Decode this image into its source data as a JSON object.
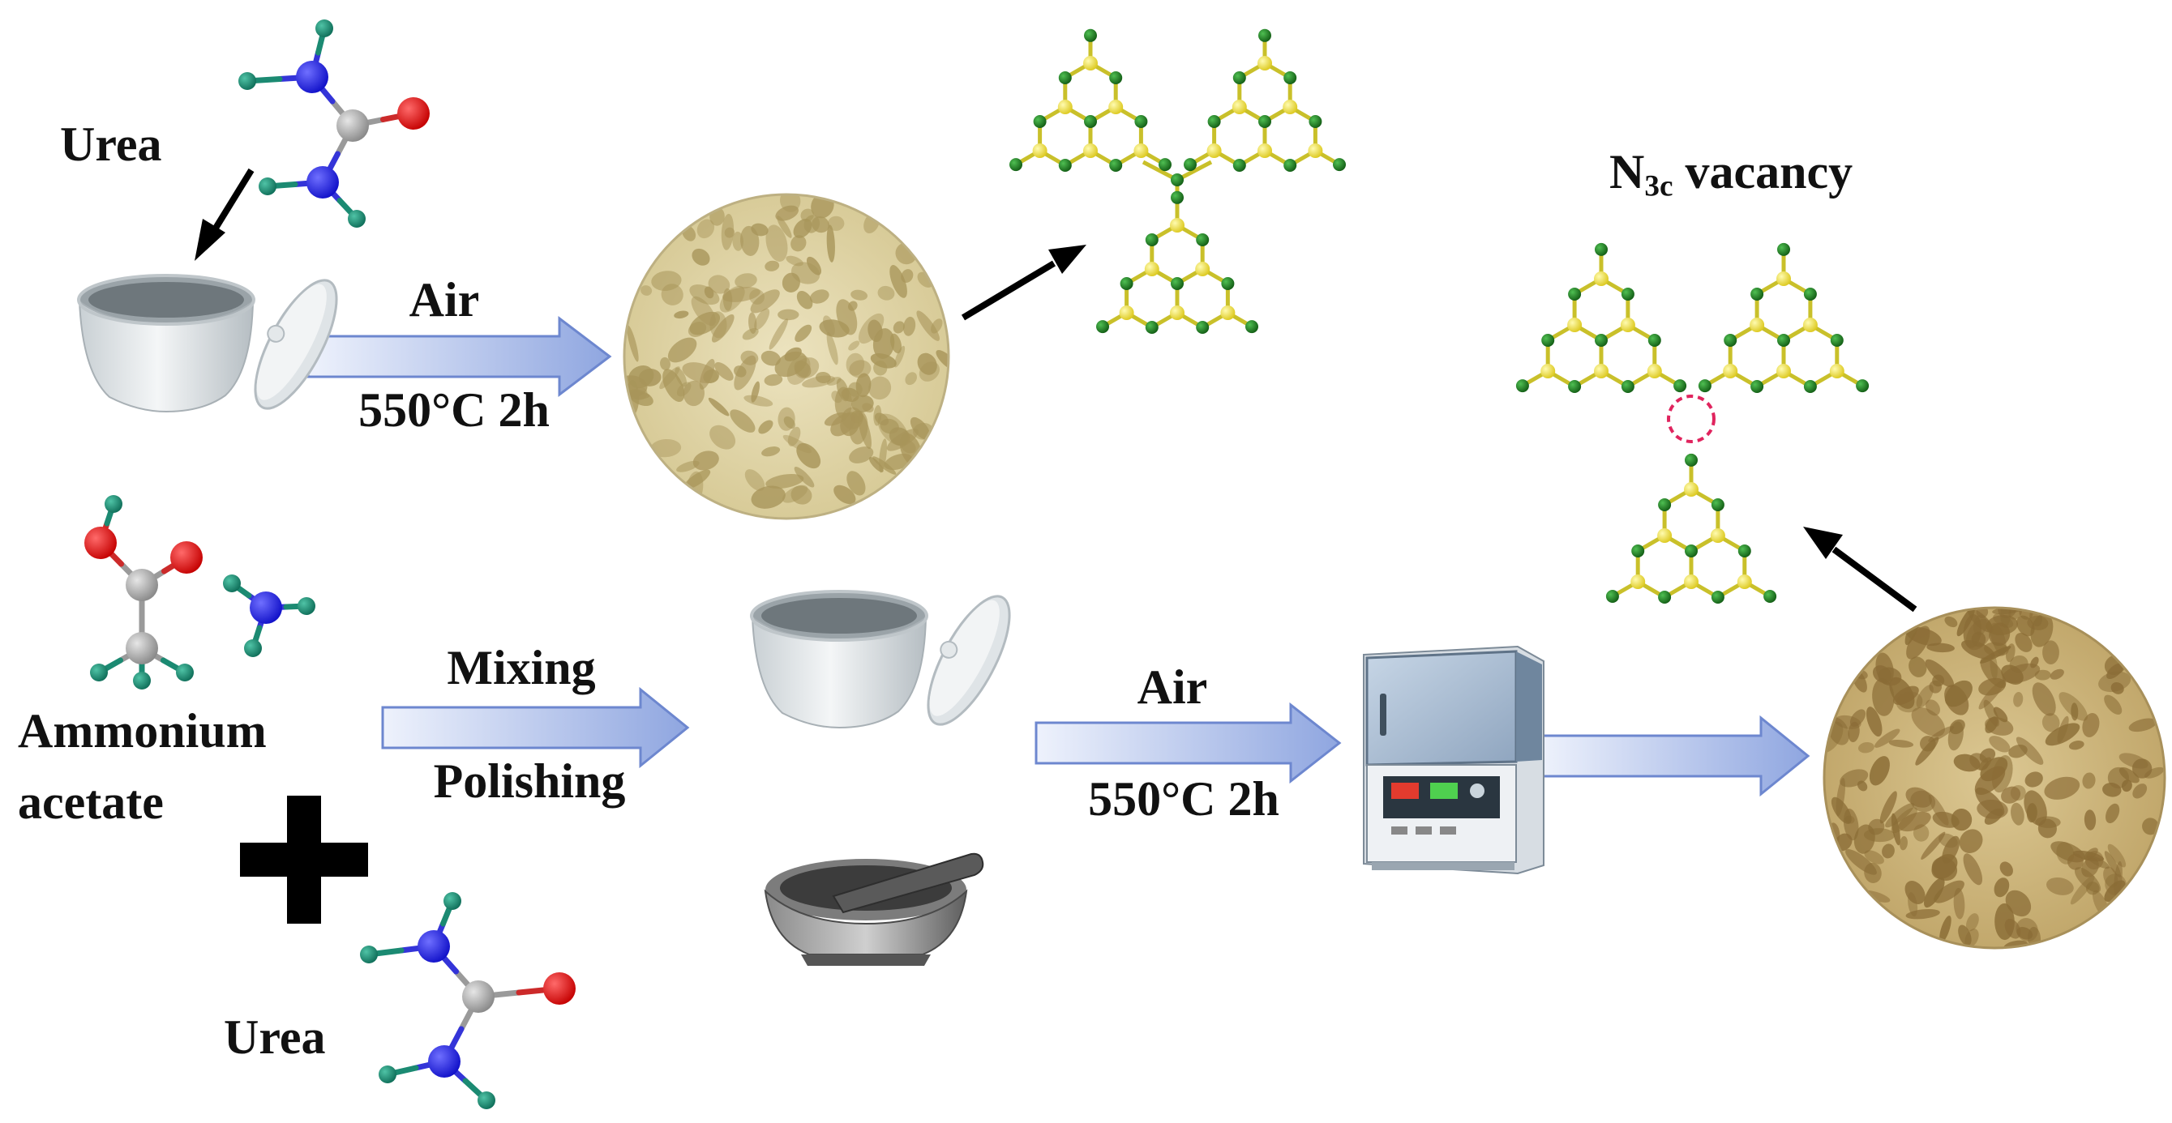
{
  "labels": {
    "urea_top": "Urea",
    "air_top": "Air",
    "cond_top": "550°C  2h",
    "vacancy_main": "N",
    "vacancy_sub": "3c",
    "vacancy_rest": " vacancy",
    "ammonium_line1": "Ammonium",
    "ammonium_line2": "acetate",
    "plus": "+",
    "urea_bottom": "Urea",
    "mixing": "Mixing",
    "polishing": "Polishing",
    "air_bottom": "Air",
    "cond_bottom": "550°C  2h"
  },
  "colors": {
    "arrow_fill_light": "#eef2fc",
    "arrow_fill_dark": "#8fa6e0",
    "arrow_stroke": "#6d87cf",
    "sample1": "#e6dcb4",
    "sample2": "#d3bd85",
    "ring_green": "#1f7a22",
    "ring_yellow": "#f2e33a",
    "atom_n": "#2222ee",
    "atom_o": "#e01818",
    "atom_c": "#a9a9a9",
    "atom_h": "#1b8a72"
  },
  "icons": [
    "crucible-icon",
    "mortar-pestle-icon",
    "muffle-furnace-icon",
    "urea-molecule-icon",
    "ammonium-acetate-molecule-icon",
    "ammonia-molecule-icon"
  ]
}
